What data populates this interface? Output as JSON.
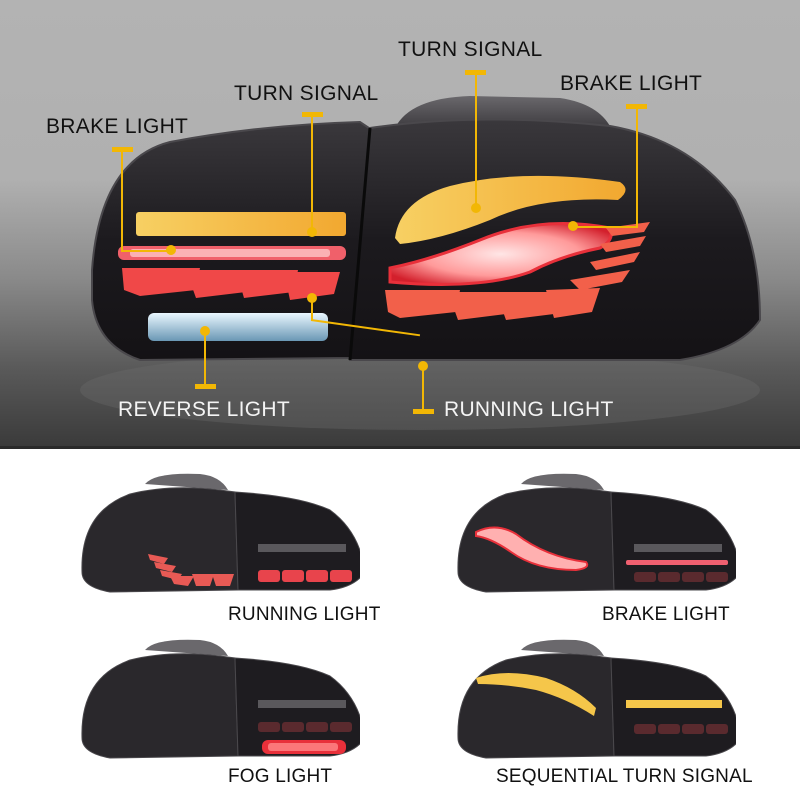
{
  "hero": {
    "callouts": [
      {
        "label": "BRAKE LIGHT",
        "position": "top-left"
      },
      {
        "label": "TURN SIGNAL",
        "position": "top-center-left"
      },
      {
        "label": "TURN SIGNAL",
        "position": "top-center-right"
      },
      {
        "label": "BRAKE LIGHT",
        "position": "top-right"
      },
      {
        "label": "REVERSE LIGHT",
        "position": "bottom-left"
      },
      {
        "label": "RUNNING LIGHT",
        "position": "bottom-right"
      }
    ],
    "colors": {
      "callout": "#f2b705",
      "turn_signal": "#f5c64a",
      "brake": "#e8303a",
      "running": "#ff5a4a",
      "reverse": "#dff3ff",
      "housing": "#1f1d20",
      "background_top": "#b3b3b3",
      "background_bottom": "#3a3a3a"
    }
  },
  "modes": [
    {
      "label": "RUNNING LIGHT",
      "lit": "running"
    },
    {
      "label": "BRAKE LIGHT",
      "lit": "brake"
    },
    {
      "label": "FOG LIGHT",
      "lit": "fog"
    },
    {
      "label": "SEQUENTIAL TURN SIGNAL",
      "lit": "turn"
    }
  ]
}
